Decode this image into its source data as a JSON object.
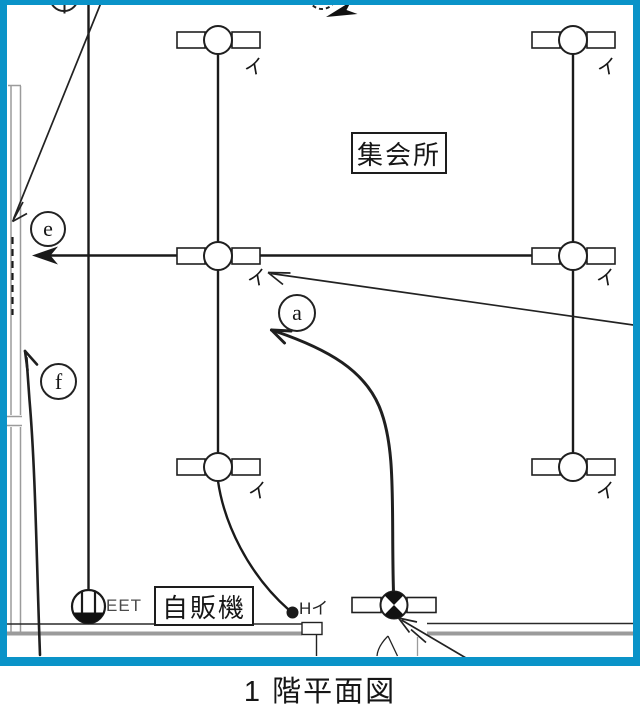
{
  "figure": {
    "caption": "1 階平面図"
  },
  "colors": {
    "frame": "#0a93c8",
    "line": "#1a1a1a",
    "wall_gray": "#9b9b9b"
  },
  "labels": {
    "meeting_hall": "集会所",
    "vending_machine": "自販機",
    "outlet_type": "EET",
    "pendant": "Hイ"
  },
  "fixtures": [
    {
      "mark": "イ"
    },
    {
      "mark": "イ"
    },
    {
      "mark": "イ"
    },
    {
      "mark": "イ"
    },
    {
      "mark": "イ"
    },
    {
      "mark": "イ"
    }
  ],
  "circled_annotations": {
    "e": "e",
    "a": "a",
    "f": "f"
  }
}
